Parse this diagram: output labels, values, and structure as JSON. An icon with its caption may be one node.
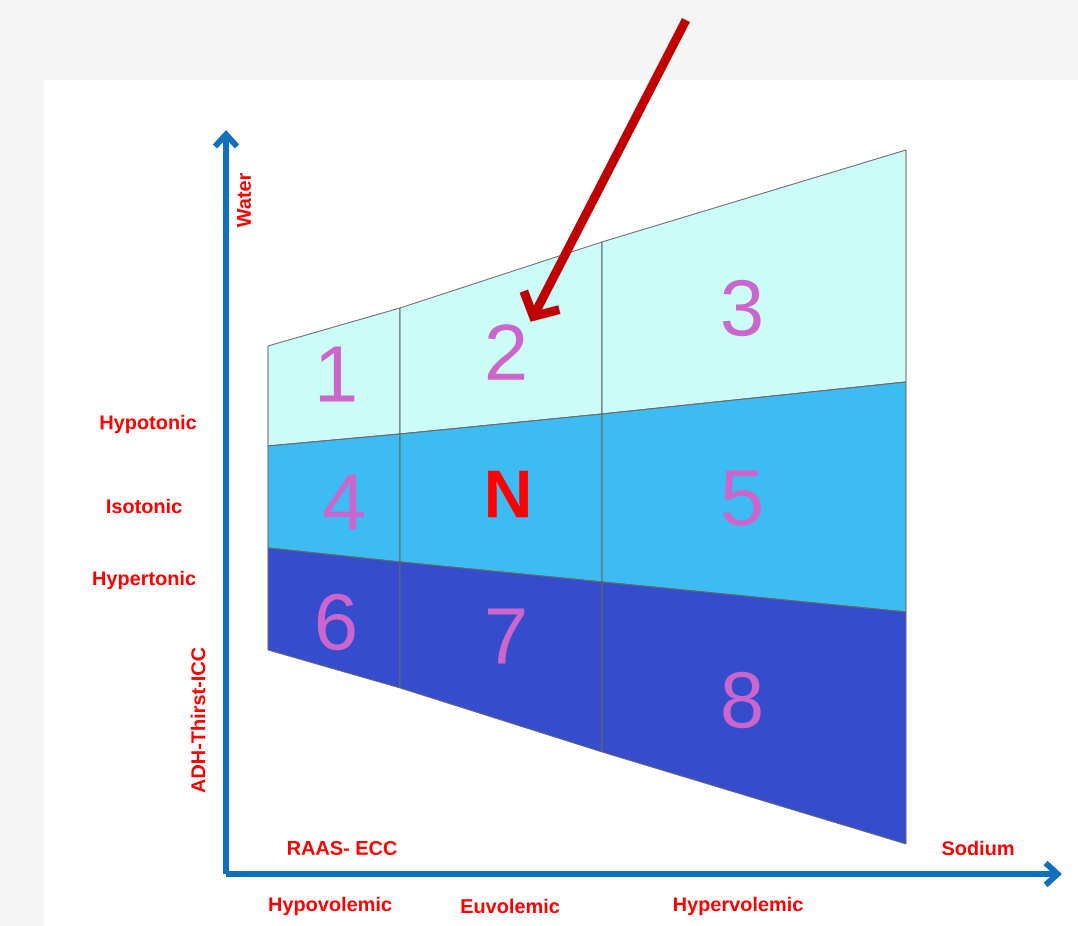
{
  "diagram": {
    "nodes": [
      {
        "text": [
          "1"
        ]
      },
      {
        "text": [
          "2"
        ]
      },
      {
        "text": [
          "3"
        ]
      },
      {
        "text": [
          "4"
        ]
      },
      {
        "text": [
          "N"
        ]
      },
      {
        "text": [
          "5"
        ]
      },
      {
        "text": [
          "6"
        ]
      },
      {
        "text": [
          "7"
        ]
      },
      {
        "text": [
          "8"
        ]
      }
    ],
    "edges": [
      {
        "from": null,
        "to": 1,
        "arrow": "to",
        "color": "#c00000"
      }
    ],
    "labels": [
      "Water",
      "Hypotonic",
      "Isotonic",
      "Hypertonic",
      "ADH-Thirst-ICC",
      "RAAS- ECC",
      "Sodium",
      "Hypovolemic",
      "Euvolemic",
      "Hypervolemic"
    ]
  }
}
